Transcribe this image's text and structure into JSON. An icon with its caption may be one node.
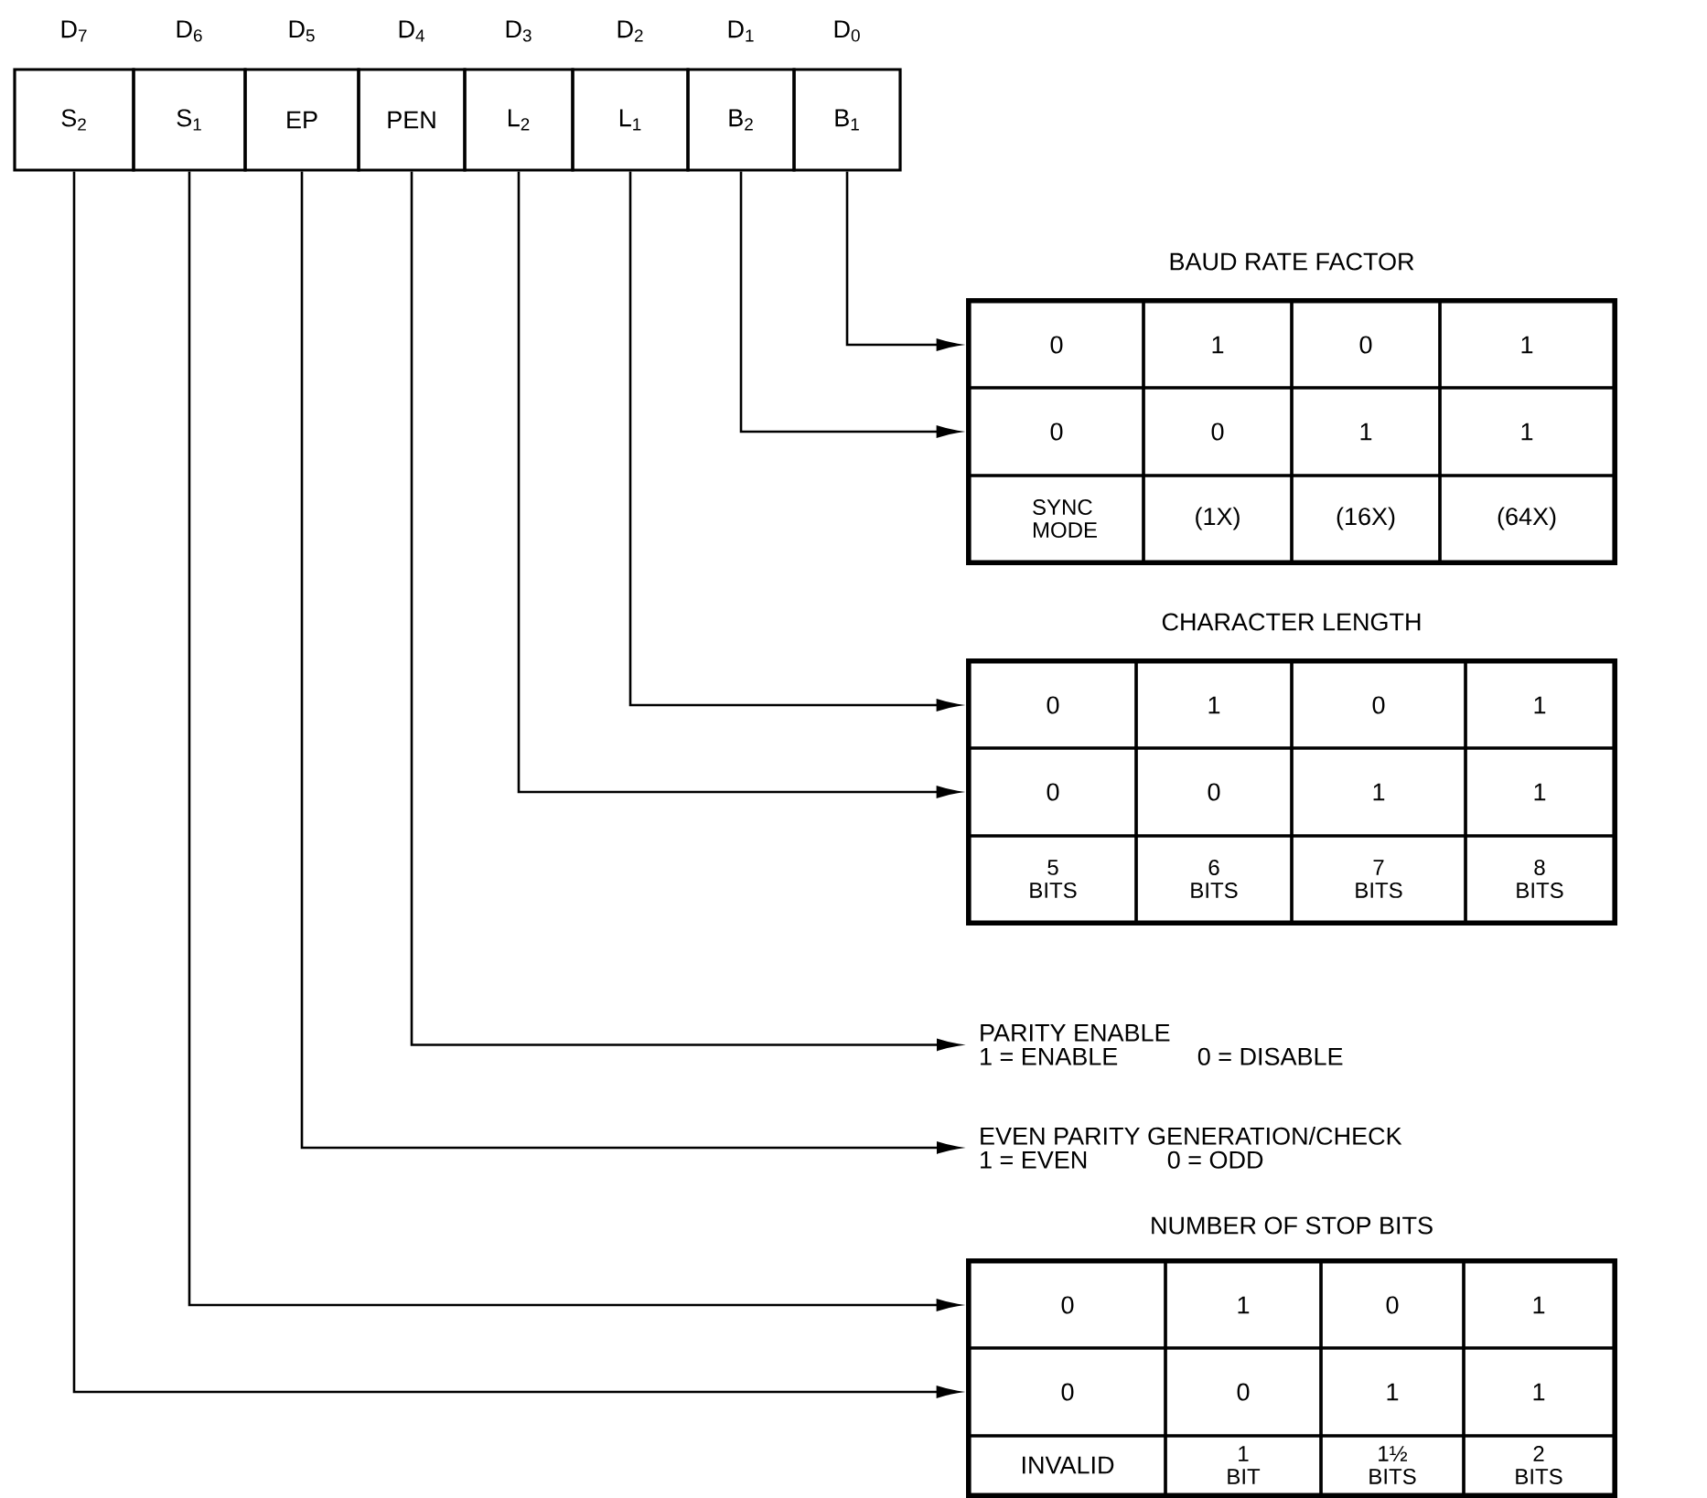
{
  "diagram": {
    "nodes": [
      {
        "text": [
          "S$_{2}$"
        ],
        "beside": [
          "D$_{7}$"
        ]
      },
      {
        "text": [
          "S$_{1}$"
        ],
        "beside": [
          "D$_{6}$"
        ]
      },
      {
        "text": [
          "EP"
        ],
        "beside": [
          "D$_{5}$"
        ]
      },
      {
        "text": [
          "PEN"
        ],
        "beside": [
          "D$_{4}$"
        ]
      },
      {
        "text": [
          "L$_{2}$"
        ],
        "beside": [
          "D$_{3}$"
        ]
      },
      {
        "text": [
          "L$_{1}$"
        ],
        "beside": [
          "D$_{2}$"
        ]
      },
      {
        "text": [
          "B$_{2}$"
        ],
        "beside": [
          "D$_{1}$"
        ]
      },
      {
        "text": [
          "B$_{1}$"
        ],
        "beside": [
          "D$_{0}$"
        ]
      },
      {
        "text": [
          "BAUD RATE FACTOR"
        ]
      },
      {
        "text": [
          "0",
          "1",
          "0",
          "1"
        ],
        "in": 8
      },
      {
        "text": [
          "0",
          "0",
          "1",
          "1"
        ],
        "in": 8
      },
      {
        "text": [
          "SYNC MODE",
          "(1X)",
          "(16X)",
          "(64X)"
        ],
        "in": 8
      },
      {
        "text": [
          "CHARACTER LENGTH"
        ]
      },
      {
        "text": [
          "0",
          "1",
          "0",
          "1"
        ],
        "in": 12
      },
      {
        "text": [
          "0",
          "0",
          "1",
          "1"
        ],
        "in": 12
      },
      {
        "text": [
          "5 BITS",
          "6 BITS",
          "7 BITS",
          "8 BITS"
        ],
        "in": 12
      },
      {
        "text": [
          "PARITY ENABLE",
          "1 = ENABLE",
          "0 = DISABLE"
        ]
      },
      {
        "text": [
          "EVEN PARITY GENERATION/CHECK",
          "1 = EVEN",
          "0 = ODD"
        ]
      },
      {
        "text": [
          "NUMBER OF STOP BITS"
        ]
      },
      {
        "text": [
          "0",
          "1",
          "0",
          "1"
        ],
        "in": 18
      },
      {
        "text": [
          "0",
          "0",
          "1",
          "1"
        ],
        "in": 18
      },
      {
        "text": [
          "INVALID",
          "1 BIT",
          "1½ BITS",
          "2 BITS"
        ],
        "in": 18
      }
    ],
    "edges": [
      {
        "from": 7,
        "to": 9,
        "arrow": "to"
      },
      {
        "from": 6,
        "to": 10,
        "arrow": "to"
      },
      {
        "from": 5,
        "to": 13,
        "arrow": "to"
      },
      {
        "from": 4,
        "to": 14,
        "arrow": "to"
      },
      {
        "from": 3,
        "to": 16,
        "arrow": "to"
      },
      {
        "from": 2,
        "to": 17,
        "arrow": "to"
      },
      {
        "from": 1,
        "to": 19,
        "arrow": "to"
      },
      {
        "from": 0,
        "to": 20,
        "arrow": "to"
      }
    ]
  }
}
